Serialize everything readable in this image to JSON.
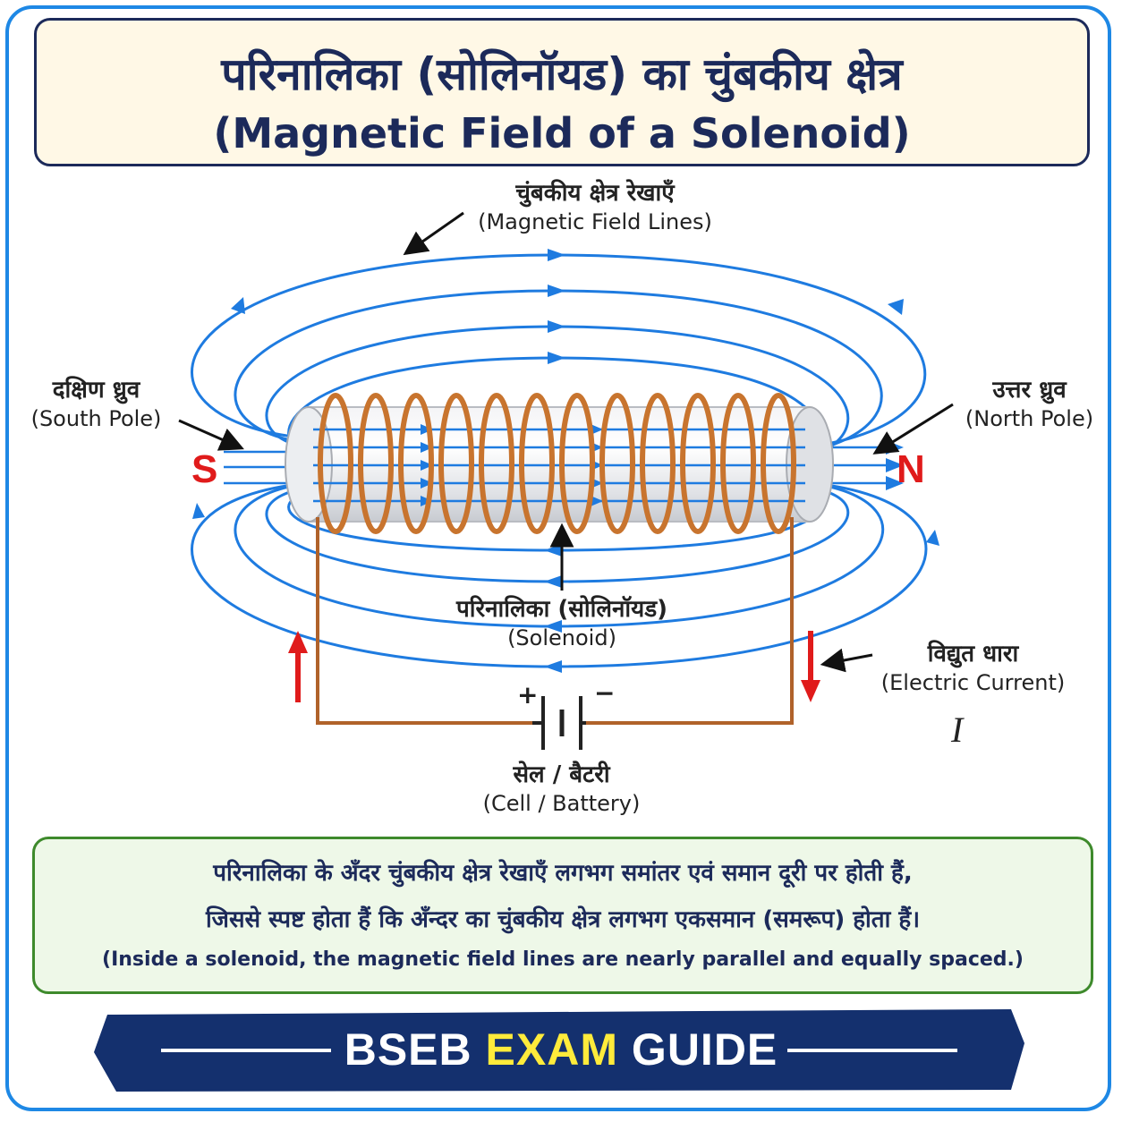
{
  "title": {
    "hindi": "परिनालिका (सोलिनॉयड) का चुंबकीय क्षेत्र",
    "english": "(Magnetic Field of a Solenoid)"
  },
  "labels": {
    "field_lines": {
      "hindi": "चुंबकीय क्षेत्र रेखाएँ",
      "english": "(Magnetic Field Lines)"
    },
    "south_pole": {
      "hindi": "दक्षिण ध्रुव",
      "english": "(South Pole)",
      "letter": "S"
    },
    "north_pole": {
      "hindi": "उत्तर ध्रुव",
      "english": "(North Pole)",
      "letter": "N"
    },
    "solenoid": {
      "hindi": "परिनालिका (सोलिनॉयड)",
      "english": "(Solenoid)"
    },
    "current": {
      "hindi": "विद्युत धारा",
      "english": "(Electric Current)",
      "symbol": "I"
    },
    "battery": {
      "hindi": "सेल / बैटरी",
      "english": "(Cell / Battery)",
      "plus": "+",
      "minus": "−"
    }
  },
  "note": {
    "line1": "परिनालिका के अँदर चुंबकीय क्षेत्र रेखाएँ लगभग समांतर एवं समान दूरी पर होती हैं,",
    "line2": "जिससे स्पष्ट होता हैं कि अँन्दर का चुंबकीय क्षेत्र लगभग एकसमान (समरूप) होता हैं।",
    "line3": "(Inside a solenoid, the magnetic field lines are nearly parallel and equally spaced.)"
  },
  "banner": {
    "part1": "BSEB",
    "part2": "EXAM",
    "part3": "GUIDE"
  },
  "colors": {
    "field_line": "#1e7be0",
    "coil": "#c8742e",
    "pole": "#e01b1b",
    "title": "#1c2a5a",
    "banner_bg": "#14306e",
    "banner_highlight": "#ffeb3b"
  }
}
